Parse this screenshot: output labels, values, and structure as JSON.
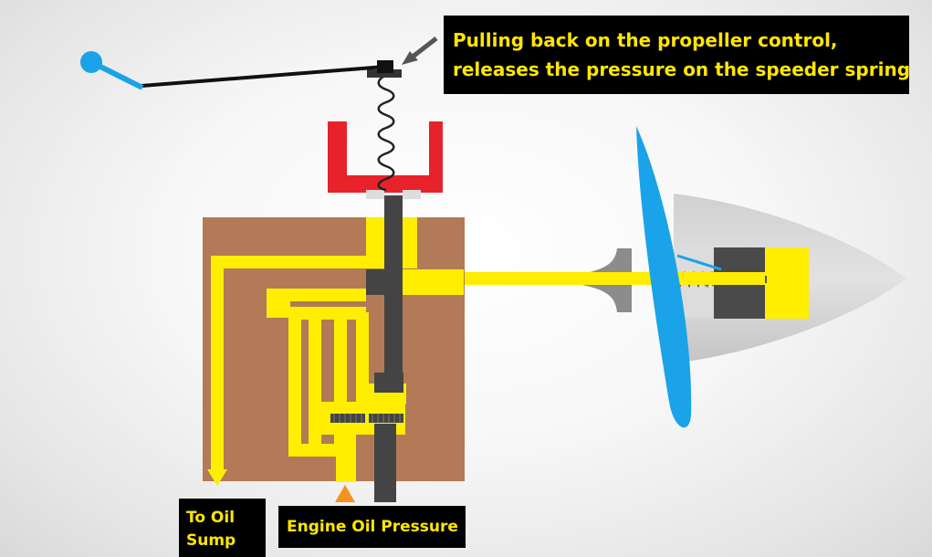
{
  "callouts": {
    "top_line1": "Pulling back on the propeller control,",
    "top_line2": "releases the pressure on the speeder spring",
    "sump_line1": "To Oil",
    "sump_line2": "Sump",
    "engine_oil": "Engine Oil Pressure"
  },
  "colors": {
    "oil": "#ffee00",
    "housing": "#b27a56",
    "valve": "#444444",
    "flyweights": "#e8222a",
    "control": "#1aa3e8",
    "spinner": "#c8c8c8",
    "arrow": "#f5921e"
  }
}
